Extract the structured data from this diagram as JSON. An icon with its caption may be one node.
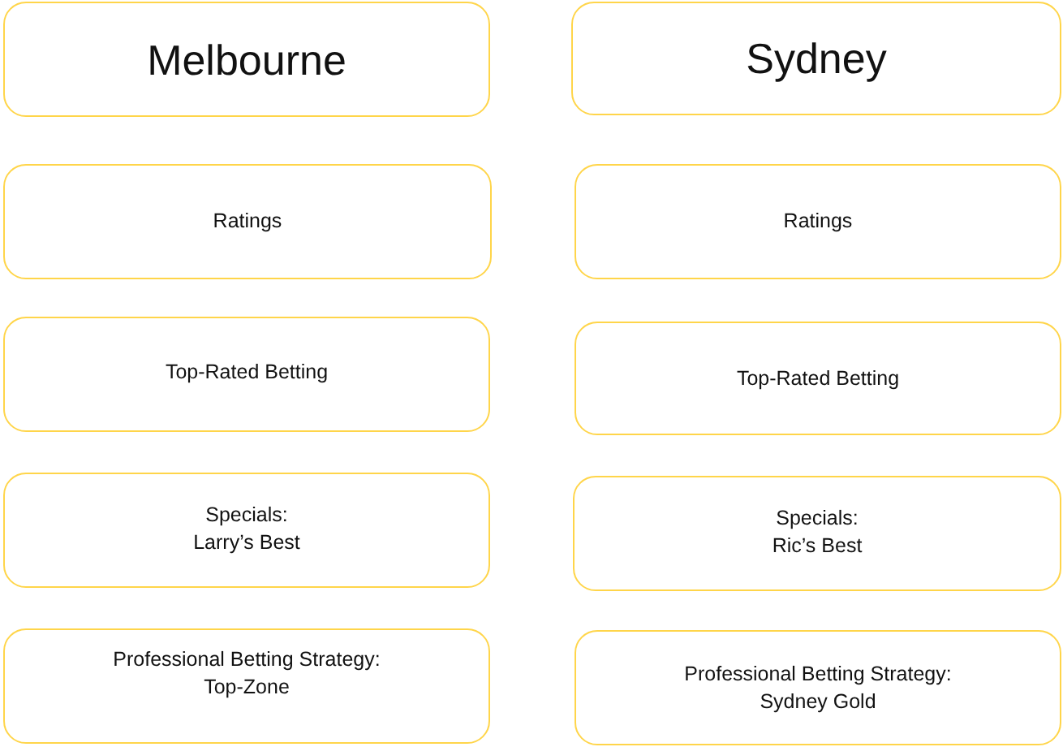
{
  "diagram": {
    "nodes": [
      {
        "text": [
          "Melbourne"
        ]
      },
      {
        "text": [
          "Sydney"
        ]
      },
      {
        "text": [
          "Ratings"
        ]
      },
      {
        "text": [
          "Ratings"
        ]
      },
      {
        "text": [
          "Top-Rated Betting"
        ]
      },
      {
        "text": [
          "Top-Rated Betting"
        ]
      },
      {
        "text": [
          "Specials:",
          "Larry’s Best"
        ]
      },
      {
        "text": [
          "Specials:",
          "Ric’s Best"
        ]
      },
      {
        "text": [
          "Professional Betting Strategy:",
          "Top-Zone"
        ]
      },
      {
        "text": [
          "Professional Betting Strategy:",
          "Sydney Gold"
        ]
      }
    ],
    "edges": []
  }
}
